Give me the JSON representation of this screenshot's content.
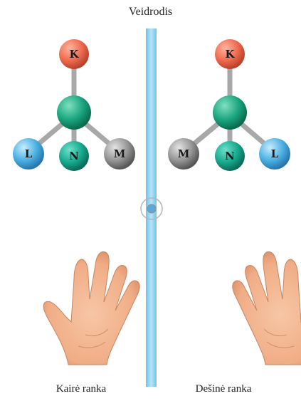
{
  "title": "Veidrodis",
  "left": {
    "caption": "Kairė ranka",
    "atoms": {
      "top": "K",
      "left": "L",
      "front": "N",
      "right": "M"
    }
  },
  "right": {
    "caption": "Dešinė ranka",
    "atoms": {
      "top": "K",
      "left": "M",
      "front": "N",
      "right": "L"
    }
  },
  "colors": {
    "mirror": "#8fd0ee",
    "K": "#f06a4e",
    "center": "#1aa57e",
    "N": "#18a98d",
    "L": "#4ab0e2",
    "M": "#8c8c8c",
    "skin": "#f3b791"
  }
}
